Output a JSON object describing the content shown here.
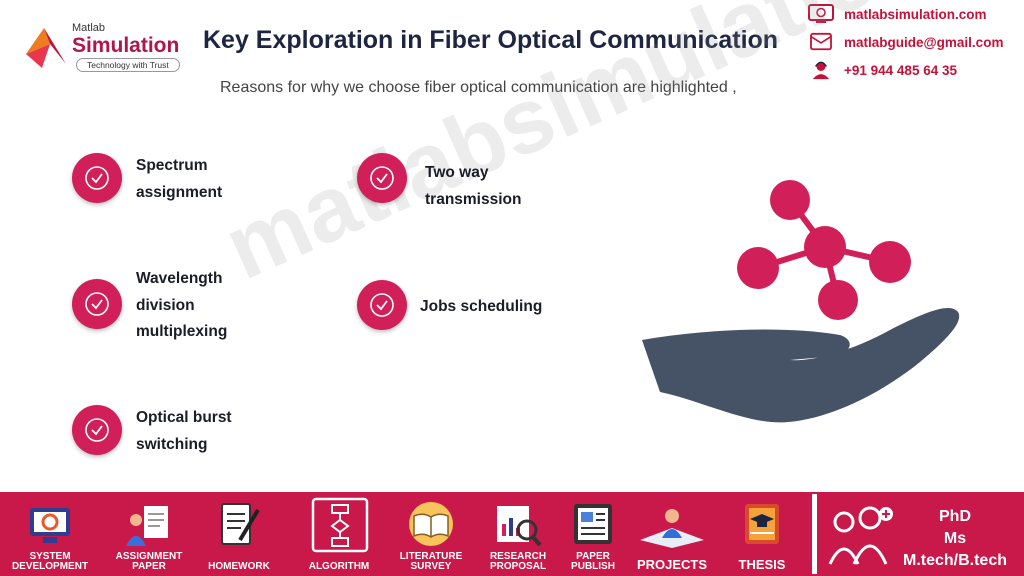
{
  "brand": {
    "small": "Matlab",
    "name": "Simulation",
    "tagline": "Technology with Trust"
  },
  "title": "Key Exploration in Fiber Optical Communication",
  "subtitle": "Reasons for why we choose fiber optical communication are highlighted ,",
  "contacts": {
    "website": "matlabsimulation.com",
    "email": "matlabguide@gmail.com",
    "phone": "+91 944 485 64 35"
  },
  "watermark": "matlabsimulation.com",
  "items": [
    {
      "lines": [
        "Spectrum",
        "assignment"
      ]
    },
    {
      "lines": [
        "Two way",
        "transmission"
      ]
    },
    {
      "lines": [
        "Wavelength",
        "division",
        "multiplexing"
      ]
    },
    {
      "lines": [
        "Jobs scheduling"
      ]
    },
    {
      "lines": [
        "Optical burst",
        "switching"
      ]
    }
  ],
  "footer": {
    "items": [
      {
        "label": "SYSTEM\nDEVELOPMENT",
        "icon": "monitor-gear-icon"
      },
      {
        "label": "ASSIGNMENT\nPAPER",
        "icon": "person-paper-icon"
      },
      {
        "label": "HOMEWORK",
        "icon": "notebook-pen-icon"
      },
      {
        "label": "ALGORITHM",
        "icon": "flowchart-icon"
      },
      {
        "label": "LITERATURE\nSURVEY",
        "icon": "open-book-icon"
      },
      {
        "label": "RESEARCH\nPROPOSAL",
        "icon": "magnifier-chart-icon"
      },
      {
        "label": "PAPER\nPUBLISH",
        "icon": "newspaper-icon"
      },
      {
        "label": "PROJECTS",
        "icon": "blueprint-icon"
      },
      {
        "label": "THESIS",
        "icon": "thesis-book-icon"
      }
    ],
    "degrees": [
      "PhD",
      "Ms",
      "M.tech/B.tech"
    ]
  },
  "colors": {
    "accent": "#d11f5a",
    "footer_bg": "#c9184a",
    "title": "#1d2540",
    "hand": "#465366"
  }
}
